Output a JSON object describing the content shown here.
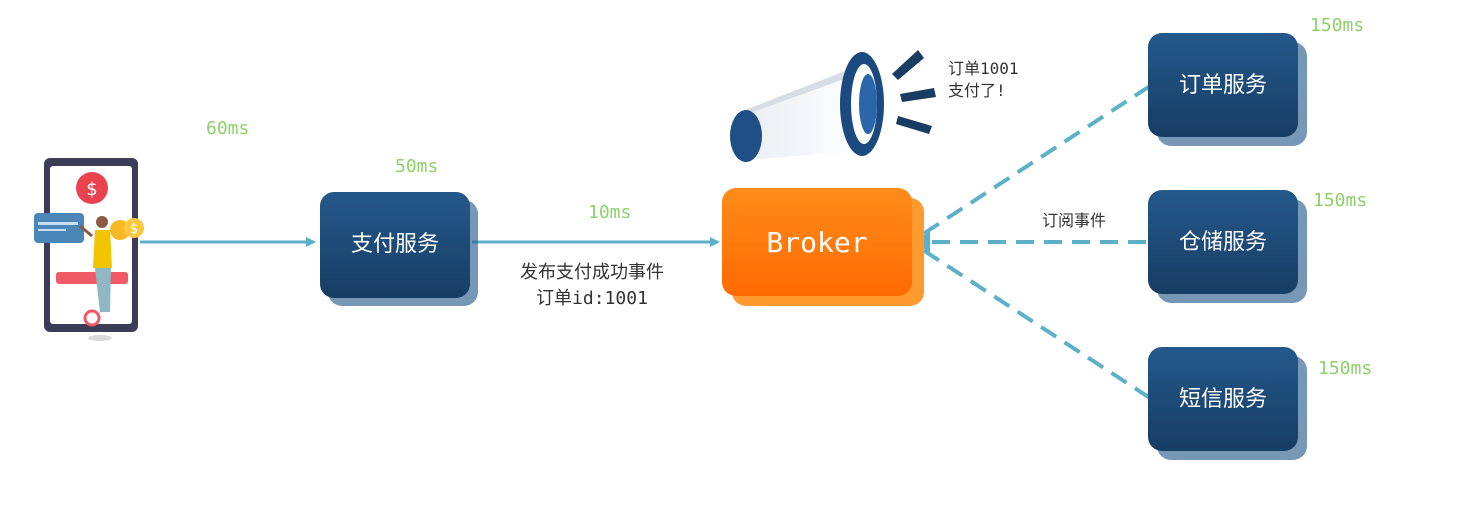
{
  "client": {
    "icon": "phone-payment-user-illustration",
    "timing": "60ms"
  },
  "payment_service": {
    "label": "支付服务",
    "timing": "50ms"
  },
  "publish_edge": {
    "timing": "10ms",
    "line1": "发布支付成功事件",
    "line2": "订单id:1001"
  },
  "broker": {
    "label": "Broker",
    "color": "#ff7a00"
  },
  "announcement": {
    "icon": "megaphone-icon",
    "line1": "订单1001",
    "line2": "支付了!"
  },
  "subscribe_label": "订阅事件",
  "subscribers": [
    {
      "label": "订单服务",
      "timing": "150ms"
    },
    {
      "label": "仓储服务",
      "timing": "150ms"
    },
    {
      "label": "短信服务",
      "timing": "150ms"
    }
  ],
  "colors": {
    "service_box": "#1d4a77",
    "arrow": "#5cb1c8",
    "timing": "#8fd06a"
  }
}
